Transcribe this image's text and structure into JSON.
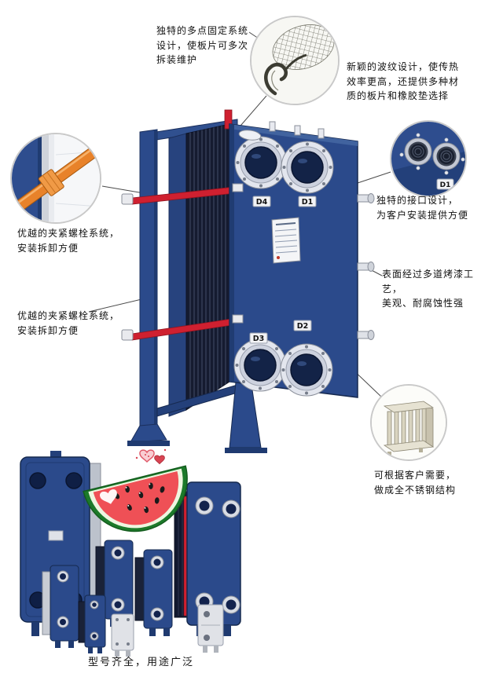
{
  "notes": {
    "fixing": "独特的多点固定系统\n设计，使板片可多次\n拆装维护",
    "corrugation": "新颖的波纹设计，使传热\n效率更高，还提供多种材\n质的板片和橡胶垫选择",
    "clamp_upper": "优越的夹紧螺栓系统，\n安装拆卸方便",
    "ports": "独特的接口设计，\n为客户安装提供方便",
    "coating": "表面经过多道烤漆工艺，\n美观、耐腐蚀性强",
    "clamp_lower": "优越的夹紧螺栓系统，\n安装拆卸方便",
    "stainless": "可根据客户需要，\n做成全不锈钢结构",
    "models": "型号齐全，用途广泛"
  },
  "device_labels": {
    "d4": "D4",
    "d1": "D1",
    "d3": "D3",
    "d2": "D2",
    "port_tag": "D1"
  },
  "colors": {
    "body_blue": "#2b4a8b",
    "dark_blue": "#16294f",
    "plate_pack": "#151b30",
    "tie_bar_red": "#cf2030",
    "bolt_orange": "#e8822a",
    "flange_gray": "#e3e6ee",
    "stainless_beige": "#e6e2d2",
    "watermelon_red": "#ef5056",
    "watermelon_green": "#1c7a2a"
  }
}
